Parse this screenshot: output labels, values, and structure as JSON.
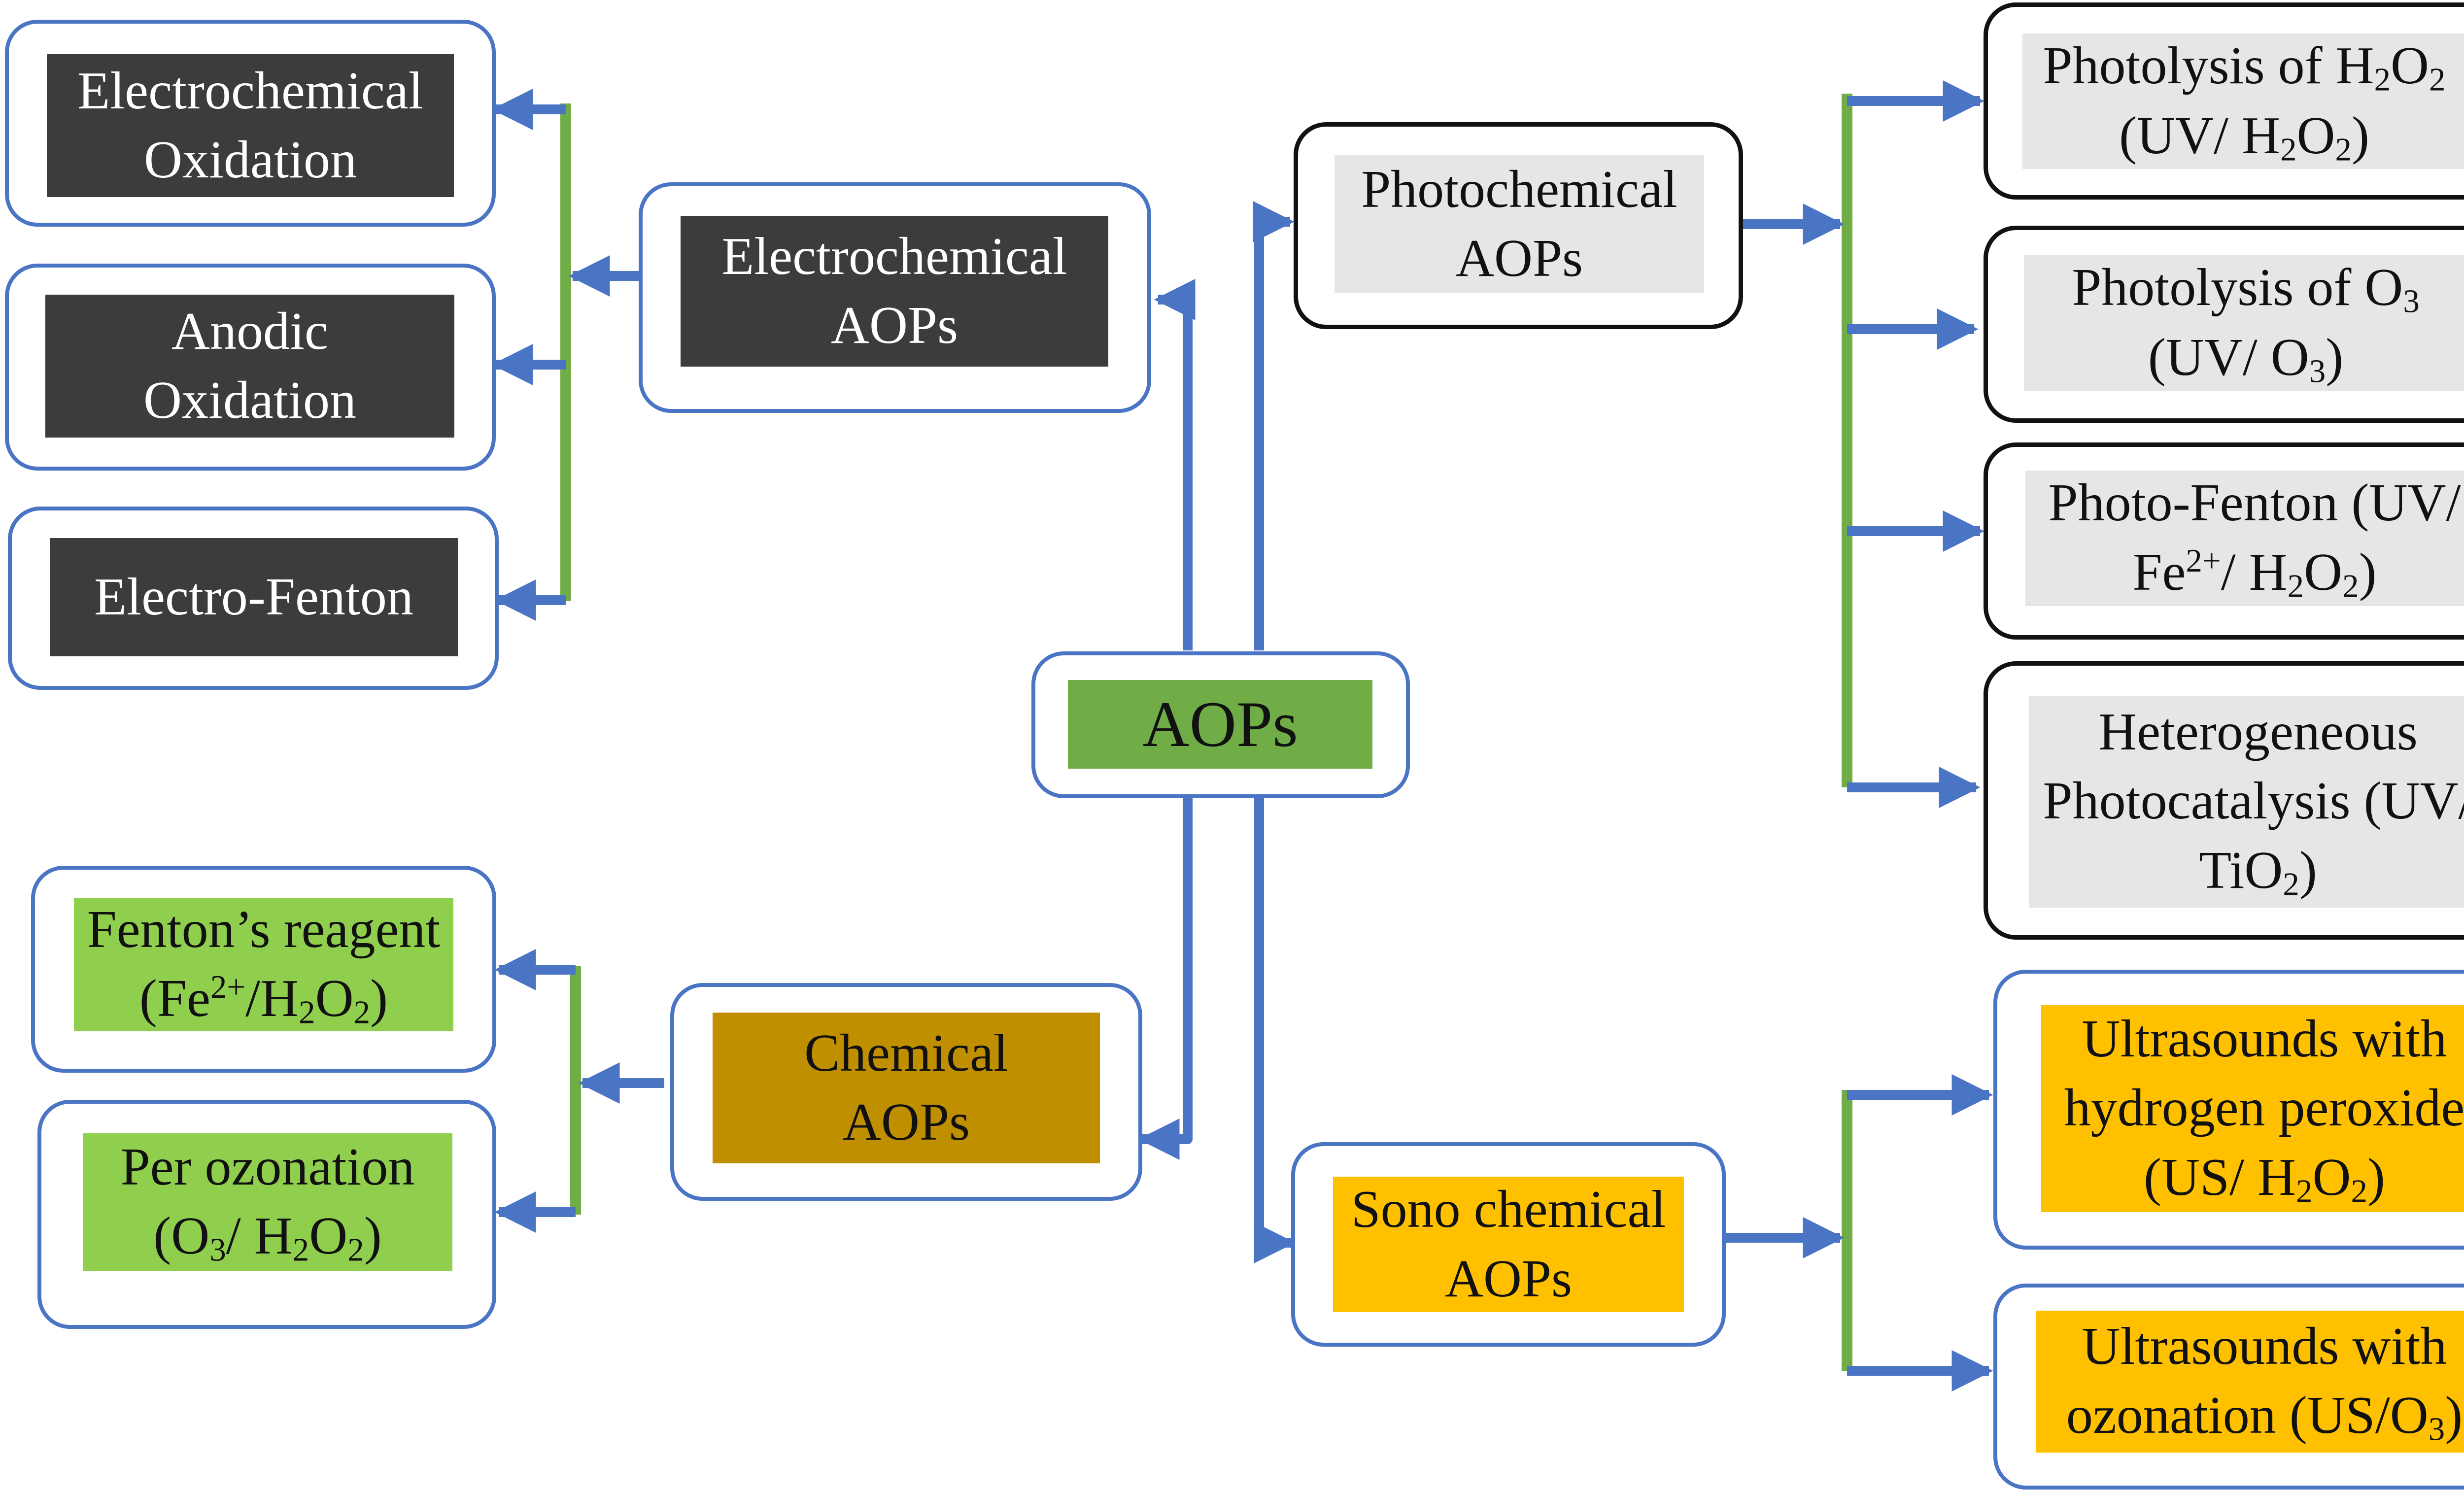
{
  "diagram": {
    "center": {
      "lines": [
        "AOPs"
      ]
    },
    "electrochemical": {
      "category": {
        "lines": [
          "Electrochemical",
          "AOPs"
        ]
      },
      "methods": [
        {
          "lines": [
            "Electrochemical",
            "Oxidation"
          ]
        },
        {
          "lines": [
            "Anodic",
            "Oxidation"
          ]
        },
        {
          "lines": [
            "Electro-Fenton"
          ]
        }
      ]
    },
    "chemical": {
      "category": {
        "lines": [
          "Chemical",
          "AOPs"
        ]
      },
      "methods": [
        {
          "lines": [
            "Fenton’s reagent",
            "(Fe<sup>2+</sup>/H<sub>2</sub>O<sub>2</sub>)"
          ]
        },
        {
          "lines": [
            "Per ozonation",
            "(O<sub>3</sub>/ H<sub>2</sub>O<sub>2</sub>)"
          ]
        }
      ]
    },
    "photochemical": {
      "category": {
        "lines": [
          "Photochemical",
          "AOPs"
        ]
      },
      "methods": [
        {
          "lines": [
            "Photolysis of H<sub>2</sub>O<sub>2</sub>",
            "(UV/ H<sub>2</sub>O<sub>2</sub>)"
          ]
        },
        {
          "lines": [
            "Photolysis of O<sub>3</sub>",
            "(UV/ O<sub>3</sub>)"
          ]
        },
        {
          "lines": [
            "Photo-Fenton (UV/",
            "Fe<sup>2+</sup>/ H<sub>2</sub>O<sub>2</sub>)"
          ]
        },
        {
          "lines": [
            "Heterogeneous",
            "Photocatalysis (UV/",
            "TiO<sub>2</sub>)"
          ]
        }
      ]
    },
    "sonochemical": {
      "category": {
        "lines": [
          "Sono chemical",
          "AOPs"
        ]
      },
      "methods": [
        {
          "lines": [
            "Ultrasounds with",
            "hydrogen peroxide",
            "(US/ H<sub>2</sub>O<sub>2</sub>)"
          ]
        },
        {
          "lines": [
            "Ultrasounds with",
            "ozonation (US/O<sub>3</sub>)"
          ]
        }
      ]
    }
  },
  "colors": {
    "arrow": "#4a74c4",
    "branch_bar": "#70ad47",
    "box_border_blue": "#4a74c4",
    "box_border_black": "#111111",
    "dark_label": "#3c3c3c",
    "brown_label": "#bf8f00",
    "lime_label": "#8fcf4d",
    "green_label": "#70ad47",
    "grey_label": "#e6e6e6",
    "gold_label": "#ffc000"
  }
}
